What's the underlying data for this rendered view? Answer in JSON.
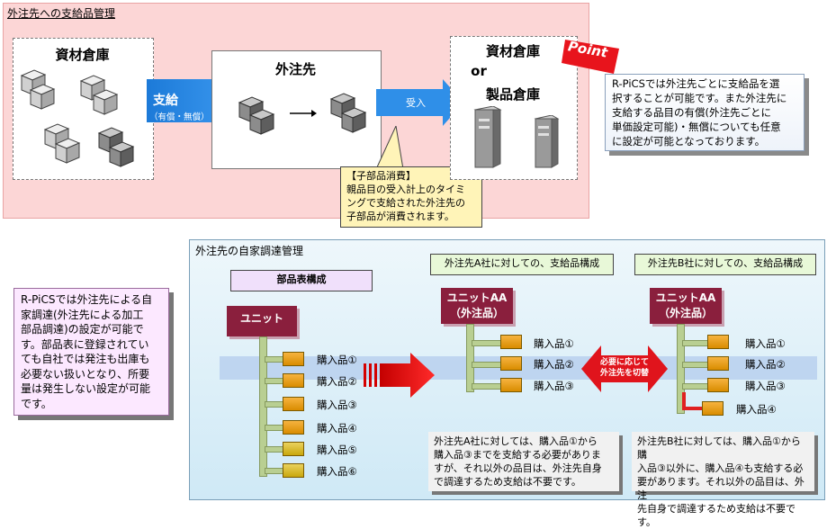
{
  "supply": {
    "title": "外注先への支給品管理",
    "warehouse": "資材倉庫",
    "arrow_main": "支給",
    "arrow_sub": "（有償・無償）",
    "subcontractor": "外注先",
    "receive": "受入",
    "dest_line1": "資材倉庫",
    "dest_line2": "or",
    "dest_line3": "製品倉庫",
    "point": "Point",
    "point_note": [
      "R-PiCSでは外注先ごとに支給品を選",
      "択することが可能です。また外注先に",
      "支給する品目の有償(外注先ごとに",
      "単価設定可能)・無償についても任意",
      "に設定が可能となっております。"
    ],
    "callout": [
      "【子部品消費】",
      "親品目の受入計上のタイミ",
      "ングで支給された外注先の",
      "子部品が消費されます。"
    ]
  },
  "self_procure": {
    "title": "外注先の自家調達管理",
    "left_note": [
      "R-PiCSでは外注先による自",
      "家調達(外注先による加工",
      "部品調達)の設定が可能で",
      "す。部品表に登録されてい",
      "ても自社では発注も出庫も",
      "必要ない扱いとなり、所要",
      "量は発生しない設定が可能",
      "です。"
    ],
    "bom_header": "部品表構成",
    "unit": "ユニット",
    "unit_a_line1": "ユニットAA",
    "unit_a_line2": "（外注品）",
    "header_a": "外注先A社に対しての、支給品構成",
    "header_b": "外注先B社に対しての、支給品構成",
    "switch_line1": "必要に応じて",
    "switch_line2": "外注先を切替",
    "parts": [
      "購入品①",
      "購入品②",
      "購入品③",
      "購入品④",
      "購入品⑤",
      "購入品⑥"
    ],
    "note_a": [
      "外注先A社に対しては、購入品①から",
      "購入品③までを支給する必要がありま",
      "すが、それ以外の品目は、外注先自身",
      "で調達するため支給は不要です。"
    ],
    "note_b": [
      "外注先B社に対しては、購入品①から購",
      "入品③以外に、購入品④も支給する必",
      "要があります。それ以外の品目は、外注",
      "先自身で調達するため支給は不要です。"
    ]
  }
}
